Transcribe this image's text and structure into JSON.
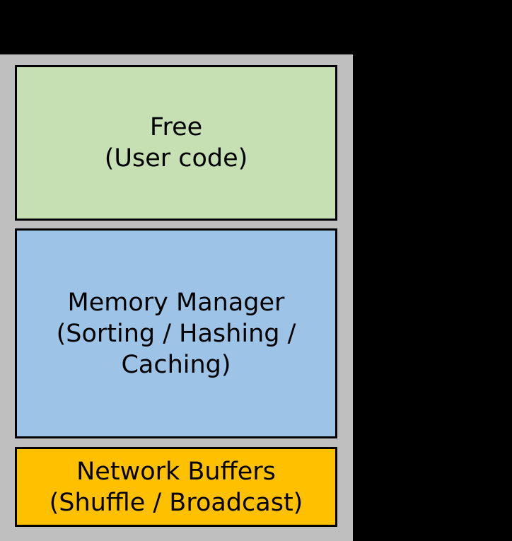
{
  "diagram": {
    "background_color": "#000000",
    "panel": {
      "name": "memory-panel",
      "color": "#BFBFBF"
    },
    "blocks": [
      {
        "id": "free",
        "label": "Free\n(User code)",
        "color": "#C6E0B4",
        "border_color": "#000000",
        "text_color": "#000000"
      },
      {
        "id": "memory-manager",
        "label": "Memory Manager\n(Sorting / Hashing /\nCaching)",
        "color": "#9DC3E6",
        "border_color": "#000000",
        "text_color": "#000000"
      },
      {
        "id": "network-buffers",
        "label": "Network Buffers\n(Shuffle / Broadcast)",
        "color": "#FFC000",
        "border_color": "#000000",
        "text_color": "#000000"
      }
    ]
  }
}
